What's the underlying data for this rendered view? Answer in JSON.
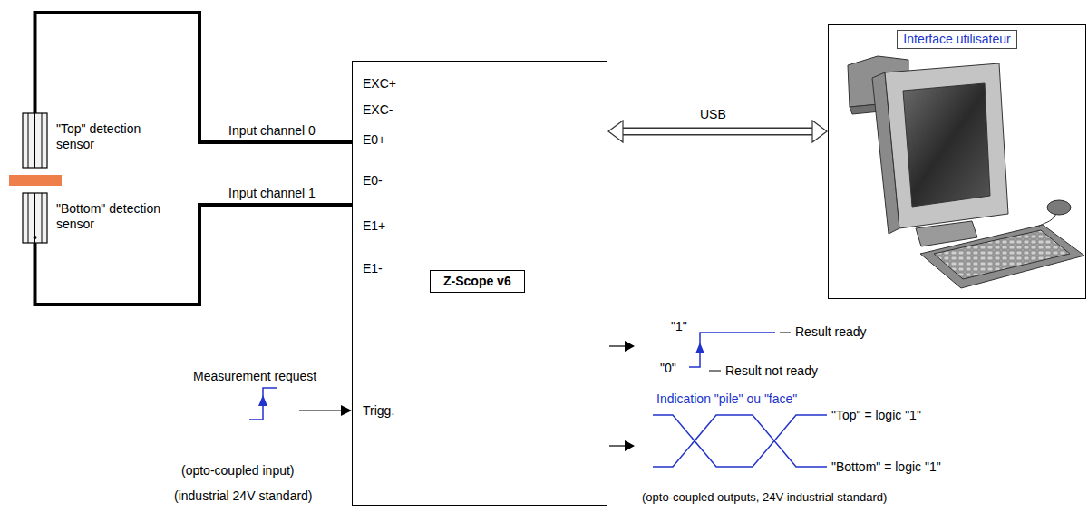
{
  "diagram": {
    "nodes": [
      {
        "text": [
          "\"Top\" detection sensor"
        ]
      },
      {
        "text": [
          "\"Bottom\" detection sensor"
        ]
      },
      {
        "text": [
          "Z-Scope v6"
        ]
      },
      {
        "text": [
          "Interface utilisateur"
        ]
      }
    ],
    "edges": [
      {
        "from": 0,
        "to": 2,
        "label": "Input channel 0",
        "arrow": "none"
      },
      {
        "from": 1,
        "to": 2,
        "label": "Input channel 1",
        "arrow": "none"
      },
      {
        "from": 2,
        "to": 3,
        "label": "USB",
        "arrow": "both"
      }
    ],
    "labels": [
      "EXC+",
      "EXC-",
      "E0+",
      "E0-",
      "E1+",
      "E1-",
      "Trigg.",
      "Measurement request",
      "(opto-coupled input)",
      "(industrial 24V standard)",
      "\"1\"",
      "Result ready",
      "\"0\"",
      "Result not ready",
      "Indication \"pile\" ou \"face\"",
      "\"Top\" = logic \"1\"",
      "\"Bottom\" = logic \"1\"",
      "(opto-coupled outputs, 24V-industrial standard)"
    ]
  }
}
